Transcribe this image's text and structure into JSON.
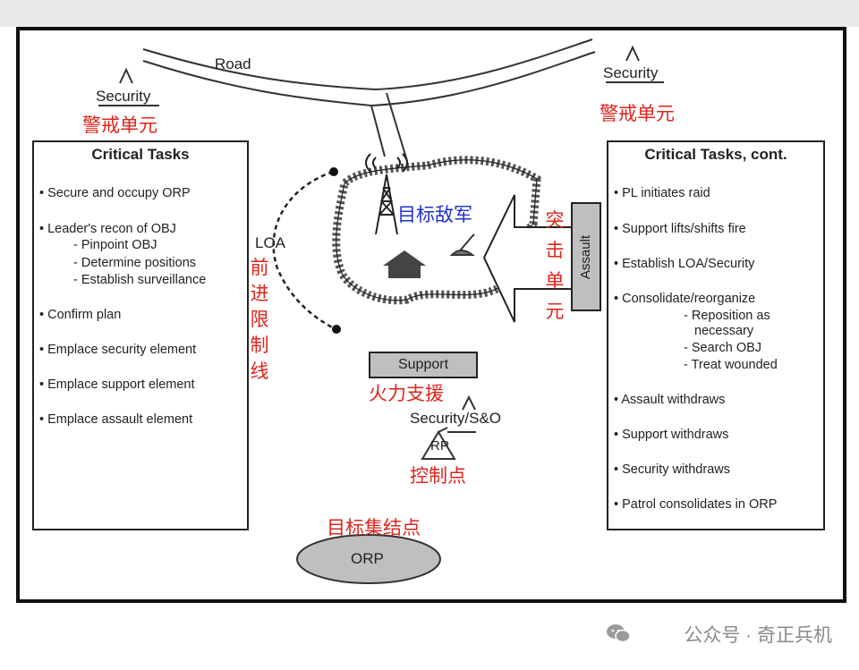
{
  "road_label": "Road",
  "security_label": "Security",
  "security_cn": "警戒单元",
  "left_panel": {
    "title": "Critical Tasks",
    "tasks": [
      "Secure and occupy ORP",
      "Leader's recon of OBJ",
      "Confirm plan",
      "Emplace security element",
      "Emplace support element",
      "Emplace assault element"
    ],
    "subtasks": [
      "Pinpoint OBJ",
      "Determine positions",
      "Establish surveillance"
    ]
  },
  "right_panel": {
    "title": "Critical Tasks, cont.",
    "tasks": [
      "PL initiates raid",
      "Support lifts/shifts fire",
      "Establish LOA/Security",
      "Consolidate/reorganize",
      "Assault withdraws",
      "Support withdraws",
      "Security withdraws",
      "Patrol consolidates in ORP"
    ],
    "subtasks": [
      "Reposition as",
      "necessary",
      "Search OBJ",
      "Treat wounded"
    ]
  },
  "loa_label": "LOA",
  "loa_cn": [
    "前",
    "进",
    "限",
    "制",
    "线"
  ],
  "objective_cn": "目标敌军",
  "assault_label": "Assault",
  "assault_cn": [
    "突",
    "击",
    "单",
    "元"
  ],
  "support_label": "Support",
  "support_cn": "火力支援",
  "security_so_label": "Security/S&O",
  "rp_label": "RP",
  "rp_cn": "控制点",
  "orp_cn": "目标集结点",
  "orp_label": "ORP",
  "watermark": "公众号 · 奇正兵机",
  "colors": {
    "red": "#e0241b",
    "blue": "#1f2fd6",
    "gray_box": "#bfbfbf",
    "watermark": "#8a8a8a"
  },
  "icons": [
    "radio-tower-icon",
    "building-icon",
    "mortar-icon",
    "security-symbol-icon",
    "wechat-icon"
  ]
}
